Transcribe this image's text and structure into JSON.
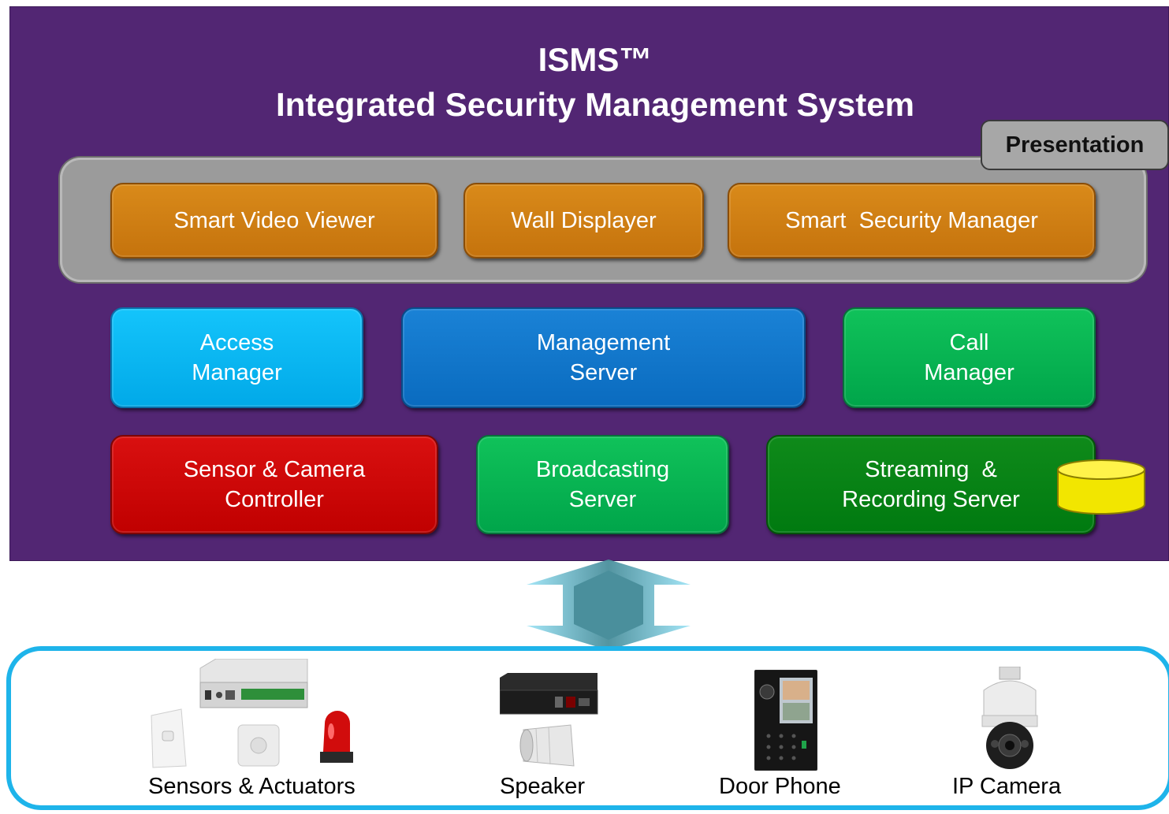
{
  "title": {
    "line1": "ISMS™",
    "line2": "Integrated Security Management System"
  },
  "presentation": {
    "tag": "Presentation",
    "modules": [
      {
        "label": "Smart Video Viewer"
      },
      {
        "label": "Wall Displayer"
      },
      {
        "label": "Smart  Security Manager"
      }
    ]
  },
  "servers_row1": [
    {
      "line1": "Access",
      "line2": "Manager",
      "color": "#01a9e8"
    },
    {
      "line1": "Management",
      "line2": "Server",
      "color": "#0a6bbf"
    },
    {
      "line1": "Call",
      "line2": "Manager",
      "color": "#00a54a"
    }
  ],
  "servers_row2": [
    {
      "line1": "Sensor & Camera",
      "line2": "Controller",
      "color": "#c00000"
    },
    {
      "line1": "Broadcasting",
      "line2": "Server",
      "color": "#00a54a"
    },
    {
      "line1": "Streaming  &",
      "line2": "Recording Server",
      "color": "#007a10"
    }
  ],
  "devices": [
    {
      "label": "Sensors & Actuators"
    },
    {
      "label": "Speaker"
    },
    {
      "label": "Door Phone"
    },
    {
      "label": "IP Camera"
    }
  ],
  "colors": {
    "background_panel": "#522673",
    "presentation_layer": "#9b9b9b",
    "device_border": "#1eb4ea",
    "connector": "#4a8f9c"
  }
}
